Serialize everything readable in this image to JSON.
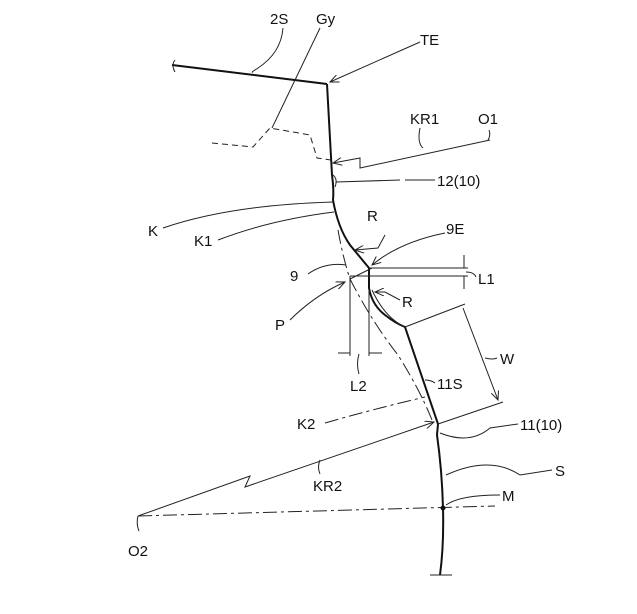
{
  "labels": {
    "2S": "2S",
    "Gy": "Gy",
    "TE": "TE",
    "KR1": "KR1",
    "O1": "O1",
    "groove12": "12(10)",
    "K": "K",
    "K1": "K1",
    "R_upper": "R",
    "9E": "9E",
    "9": "9",
    "L1": "L1",
    "R_lower": "R",
    "P": "P",
    "W": "W",
    "L2": "L2",
    "11S": "11S",
    "K2": "K2",
    "groove11": "11(10)",
    "KR2": "KR2",
    "S": "S",
    "M": "M",
    "O2": "O2"
  }
}
